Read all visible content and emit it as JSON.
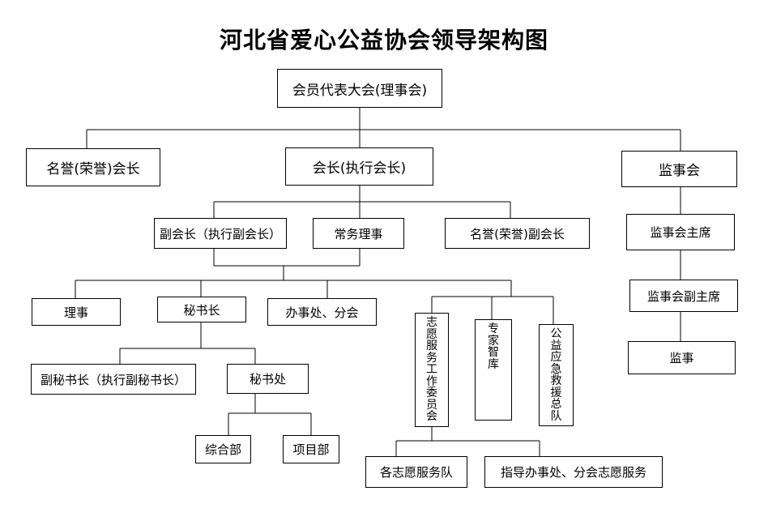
{
  "title": "河北省爱心公益协会领导架构图",
  "nodes": {
    "assembly": "会员代表大会(理事会)",
    "honorary_president": "名誉(荣誉)会长",
    "president": "会长(执行会长)",
    "supervisory_board": "监事会",
    "vice_president": "副会长（执行副会长）",
    "standing_director": "常务理事",
    "honorary_vice_president": "名誉(荣誉)副会长",
    "supervisor_chairman": "监事会主席",
    "supervisor_vice_chairman": "监事会副主席",
    "supervisor": "监事",
    "director": "理事",
    "secretary_general": "秘书长",
    "offices_branches": "办事处、分会",
    "volunteer_committee": "志愿服务工作委员会",
    "expert_think_tank": "专家智库",
    "emergency_rescue_team": "公益应急救援总队",
    "deputy_secretary_general": "副秘书长（执行副秘书长）",
    "secretariat": "秘书处",
    "general_department": "综合部",
    "project_department": "项目部",
    "volunteer_teams": "各志愿服务队",
    "guide_offices_volunteer": "指导办事处、分会志愿服务"
  }
}
